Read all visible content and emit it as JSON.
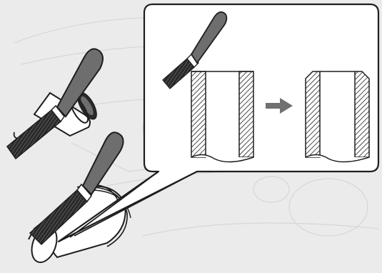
{
  "diagram": {
    "subject": "filing-pipe-end-chamfer",
    "colors": {
      "background": "#ebebeb",
      "panel_fill": "#ffffff",
      "outline": "#1e1e1e",
      "file_body": "#2a2a2a",
      "handle": "#6e6e6e",
      "arrow": "#707070",
      "sketch": "#d9d9d9"
    },
    "parts": {
      "left_file": "hand-file-icon",
      "upper_pipe": "pipe-with-ring-icon",
      "lower_pipe": "pipe-end-icon",
      "callout_file": "hand-file-icon",
      "before_section": "pipe-wall-section-square",
      "after_section": "pipe-wall-section-chamfered",
      "arrow": "right-arrow-icon"
    }
  }
}
